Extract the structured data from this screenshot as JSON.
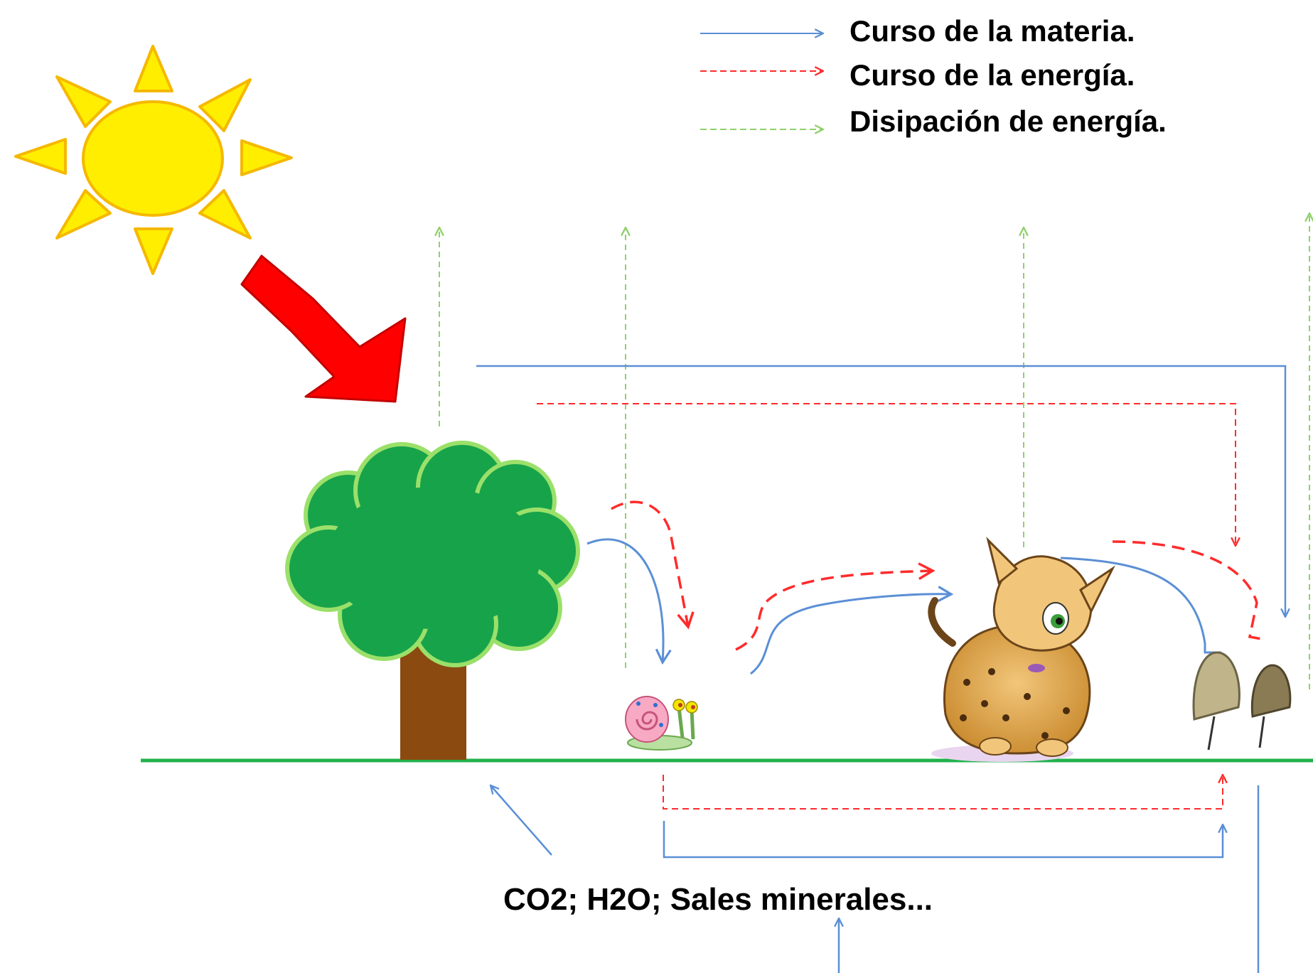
{
  "legend": {
    "matter": "Curso de la materia.",
    "energy": "Curso de la energía.",
    "dissipation": "Disipación de energía."
  },
  "minerals_label": "CO2; H2O; Sales minerales...",
  "colors": {
    "matter": "#5b8fd6",
    "energy": "#ff2b2b",
    "dissipation": "#8fd16a",
    "ground": "#22b14c",
    "sun_fill": "#ffee00",
    "sun_stroke": "#f5b800",
    "tree_crown": "#17a34a",
    "tree_crown_edge": "#9be06a",
    "tree_trunk": "#8b4a10",
    "big_arrow": "#ff0000"
  },
  "icons": [
    "sun-icon",
    "tree-icon",
    "snail-icon",
    "lynx-icon",
    "mushroom-icon"
  ]
}
